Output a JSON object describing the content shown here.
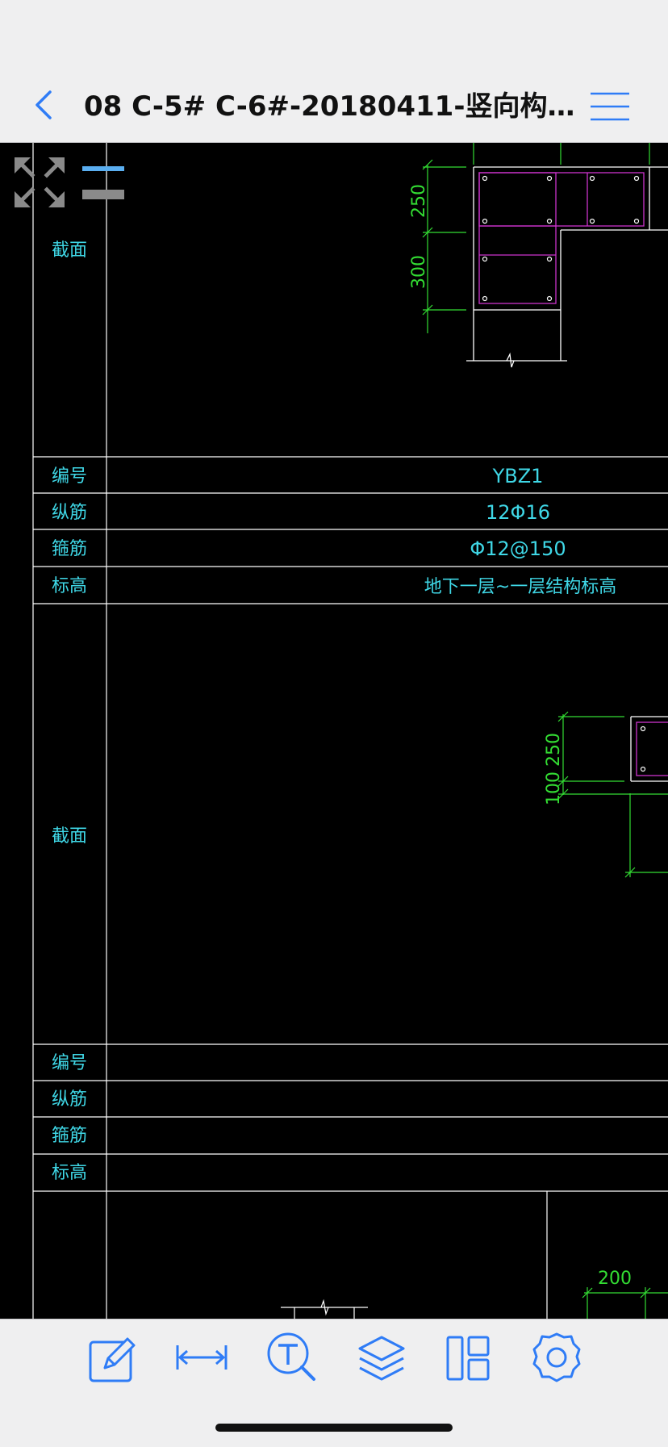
{
  "header": {
    "title": "08 C-5# C-6#-20180411-竖向构件...",
    "back_icon": "chevron-left-icon",
    "menu_icon": "hamburger-menu-icon"
  },
  "drawing": {
    "overlay_icons": [
      "expand-arrows-icon",
      "layer-bars-icon"
    ],
    "row_labels": {
      "section_1": "截面",
      "number_1": "编号",
      "longitudinal_1": "纵筋",
      "stirrup_1": "箍筋",
      "elevation_1": "标高",
      "section_2": "截面",
      "number_2": "编号",
      "longitudinal_2": "纵筋",
      "stirrup_2": "箍筋",
      "elevation_2": "标高"
    },
    "values": {
      "number_1": "YBZ1",
      "longitudinal_1": "12Φ16",
      "stirrup_1": "Φ12@150",
      "elevation_1": "地下一层~一层结构标高"
    },
    "dimensions": {
      "dim_250_a": "250",
      "dim_300": "300",
      "dim_250_b": "250",
      "dim_100": "100",
      "dim_200": "200"
    },
    "colors": {
      "background": "#000000",
      "grid_lines": "#ffffff",
      "labels": "#3fd7e6",
      "dimensions": "#33dd33",
      "rebar": "#cc33cc"
    }
  },
  "toolbar": {
    "icons": [
      "edit-pencil-icon",
      "measure-icon",
      "text-search-icon",
      "layers-icon",
      "layout-icon",
      "settings-gear-icon"
    ]
  }
}
